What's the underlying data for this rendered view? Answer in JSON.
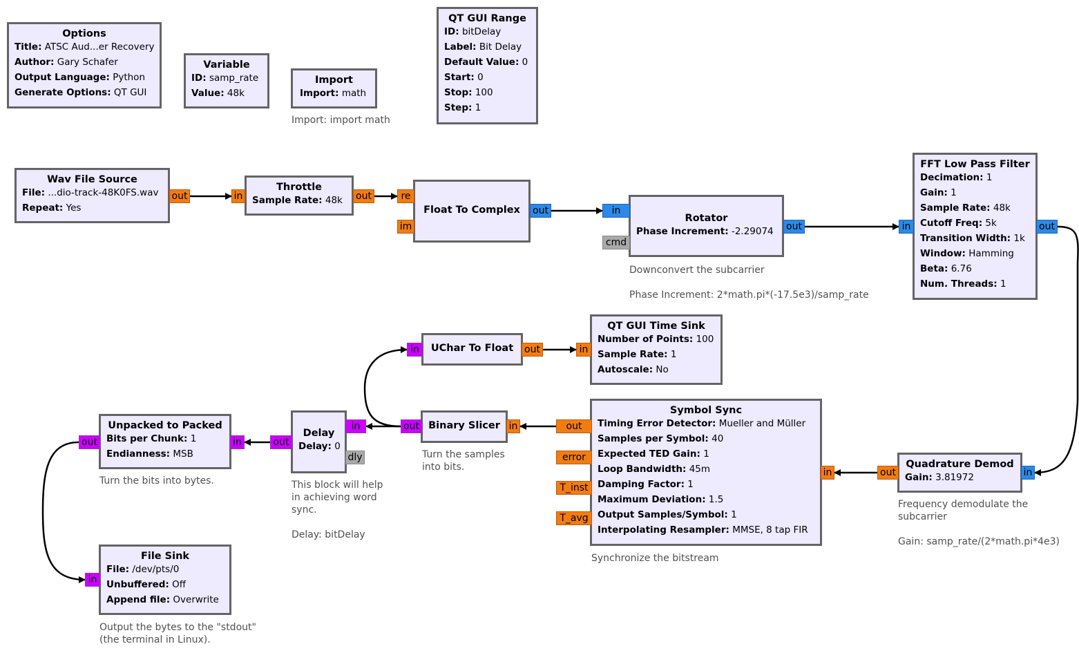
{
  "colors": {
    "block_fill": "#eeeaff",
    "block_border": "#646464",
    "port_float": "#f27c12",
    "port_complex": "#2b8ae8",
    "port_byte": "#cc00ff",
    "port_message": "#a9a9a9",
    "comment_text": "#505050"
  },
  "blocks": {
    "options": {
      "title": "Options",
      "params": [
        {
          "k": "Title:",
          "v": "ATSC Aud...er Recovery"
        },
        {
          "k": "Author:",
          "v": "Gary Schafer"
        },
        {
          "k": "Output Language:",
          "v": "Python"
        },
        {
          "k": "Generate Options:",
          "v": "QT GUI"
        }
      ]
    },
    "variable": {
      "title": "Variable",
      "params": [
        {
          "k": "ID:",
          "v": "samp_rate"
        },
        {
          "k": "Value:",
          "v": "48k"
        }
      ]
    },
    "import": {
      "title": "Import",
      "params": [
        {
          "k": "Import:",
          "v": "math"
        }
      ],
      "comment": "Import: import math"
    },
    "qt_gui_range": {
      "title": "QT GUI Range",
      "params": [
        {
          "k": "ID:",
          "v": "bitDelay"
        },
        {
          "k": "Label:",
          "v": "Bit Delay"
        },
        {
          "k": "Default Value:",
          "v": "0"
        },
        {
          "k": "Start:",
          "v": "0"
        },
        {
          "k": "Stop:",
          "v": "100"
        },
        {
          "k": "Step:",
          "v": "1"
        }
      ]
    },
    "wav_file_source": {
      "title": "Wav File Source",
      "params": [
        {
          "k": "File:",
          "v": "...dio-track-48K0FS.wav"
        },
        {
          "k": "Repeat:",
          "v": "Yes"
        }
      ],
      "ports": {
        "out": "out"
      }
    },
    "throttle": {
      "title": "Throttle",
      "params": [
        {
          "k": "Sample Rate:",
          "v": "48k"
        }
      ],
      "ports": {
        "in": "in",
        "out": "out"
      }
    },
    "float_to_complex": {
      "title": "Float To Complex",
      "params": [],
      "ports": {
        "re": "re",
        "im": "im",
        "out": "out"
      }
    },
    "rotator": {
      "title": "Rotator",
      "params": [
        {
          "k": "Phase Increment:",
          "v": "-2.29074"
        }
      ],
      "ports": {
        "in": "in",
        "cmd": "cmd",
        "out": "out"
      },
      "comment": "Downconvert the subcarrier\n\nPhase Increment: 2*math.pi*(-17.5e3)/samp_rate"
    },
    "fft_low_pass_filter": {
      "title": "FFT Low Pass Filter",
      "params": [
        {
          "k": "Decimation:",
          "v": "1"
        },
        {
          "k": "Gain:",
          "v": "1"
        },
        {
          "k": "Sample Rate:",
          "v": "48k"
        },
        {
          "k": "Cutoff Freq:",
          "v": "5k"
        },
        {
          "k": "Transition Width:",
          "v": "1k"
        },
        {
          "k": "Window:",
          "v": "Hamming"
        },
        {
          "k": "Beta:",
          "v": "6.76"
        },
        {
          "k": "Num. Threads:",
          "v": "1"
        }
      ],
      "ports": {
        "in": "in",
        "out": "out"
      }
    },
    "quadrature_demod": {
      "title": "Quadrature Demod",
      "params": [
        {
          "k": "Gain:",
          "v": "3.81972"
        }
      ],
      "ports": {
        "in": "in",
        "out": "out"
      },
      "comment": "Frequency demodulate the\nsubcarrier\n\nGain: samp_rate/(2*math.pi*4e3)"
    },
    "symbol_sync": {
      "title": "Symbol Sync",
      "params": [
        {
          "k": "Timing Error Detector:",
          "v": "Mueller and Müller"
        },
        {
          "k": "Samples per Symbol:",
          "v": "40"
        },
        {
          "k": "Expected TED Gain:",
          "v": "1"
        },
        {
          "k": "Loop Bandwidth:",
          "v": "45m"
        },
        {
          "k": "Damping Factor:",
          "v": "1"
        },
        {
          "k": "Maximum Deviation:",
          "v": "1.5"
        },
        {
          "k": "Output Samples/Symbol:",
          "v": "1"
        },
        {
          "k": "Interpolating Resampler:",
          "v": "MMSE, 8 tap FIR"
        }
      ],
      "ports": {
        "in": "in",
        "out": "out",
        "error": "error",
        "t_inst": "T_inst",
        "t_avg": "T_avg"
      },
      "comment": "Synchronize the bitstream"
    },
    "qt_gui_time_sink": {
      "title": "QT GUI Time Sink",
      "params": [
        {
          "k": "Number of Points:",
          "v": "100"
        },
        {
          "k": "Sample Rate:",
          "v": "1"
        },
        {
          "k": "Autoscale:",
          "v": "No"
        }
      ],
      "ports": {
        "in": "in"
      }
    },
    "uchar_to_float": {
      "title": "UChar To Float",
      "params": [],
      "ports": {
        "in": "in",
        "out": "out"
      }
    },
    "binary_slicer": {
      "title": "Binary Slicer",
      "params": [],
      "ports": {
        "in": "in",
        "out": "out"
      },
      "comment": "Turn the samples\ninto bits."
    },
    "delay": {
      "title": "Delay",
      "params": [
        {
          "k": "Delay:",
          "v": "0"
        }
      ],
      "ports": {
        "in": "in",
        "out": "out",
        "dly": "dly"
      },
      "comment": "This block will help\nin achieving word\nsync.\n\nDelay: bitDelay"
    },
    "unpacked_to_packed": {
      "title": "Unpacked to Packed",
      "params": [
        {
          "k": "Bits per Chunk:",
          "v": "1"
        },
        {
          "k": "Endianness:",
          "v": "MSB"
        }
      ],
      "ports": {
        "in": "in",
        "out": "out"
      },
      "comment": "Turn the bits into bytes."
    },
    "file_sink": {
      "title": "File Sink",
      "params": [
        {
          "k": "File:",
          "v": "/dev/pts/0"
        },
        {
          "k": "Unbuffered:",
          "v": "Off"
        },
        {
          "k": "Append file:",
          "v": "Overwrite"
        }
      ],
      "ports": {
        "in": "in"
      },
      "comment": "Output the bytes to the \"stdout\"\n(the terminal in Linux)."
    }
  },
  "connections": [
    {
      "from": "wav_file_source.out",
      "to": "throttle.in"
    },
    {
      "from": "throttle.out",
      "to": "float_to_complex.re"
    },
    {
      "from": "float_to_complex.out",
      "to": "rotator.in"
    },
    {
      "from": "rotator.out",
      "to": "fft_low_pass_filter.in"
    },
    {
      "from": "fft_low_pass_filter.out",
      "to": "quadrature_demod.in"
    },
    {
      "from": "quadrature_demod.out",
      "to": "symbol_sync.in"
    },
    {
      "from": "symbol_sync.out",
      "to": "binary_slicer.in"
    },
    {
      "from": "binary_slicer.out",
      "to": "delay.in"
    },
    {
      "from": "binary_slicer.out",
      "to": "uchar_to_float.in"
    },
    {
      "from": "uchar_to_float.out",
      "to": "qt_gui_time_sink.in"
    },
    {
      "from": "delay.out",
      "to": "unpacked_to_packed.in"
    },
    {
      "from": "unpacked_to_packed.out",
      "to": "file_sink.in"
    }
  ]
}
